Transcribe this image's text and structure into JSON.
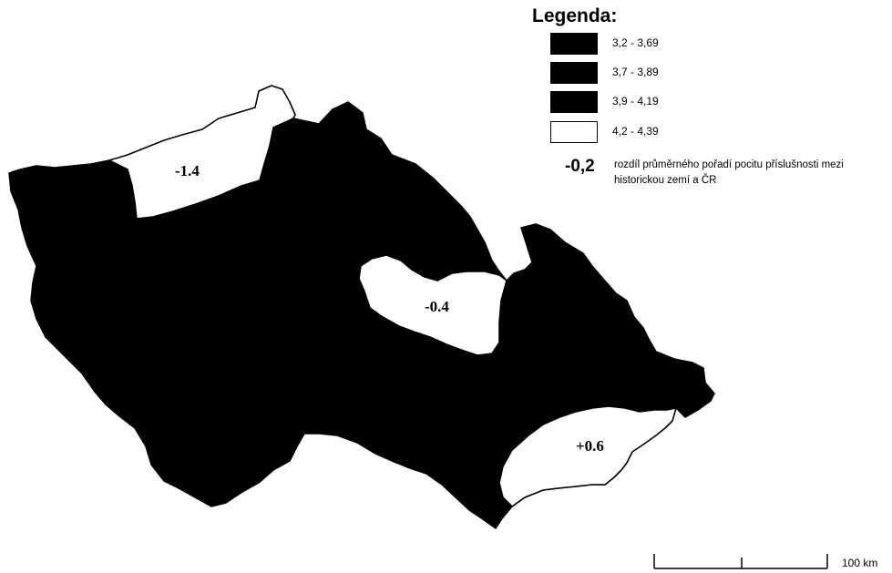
{
  "legend": {
    "title": "Legenda:",
    "classes": [
      {
        "range": "3,2 - 3,69",
        "color": "#000000"
      },
      {
        "range": "3,7 - 3,89",
        "color": "#000000"
      },
      {
        "range": "3,9 - 4,19",
        "color": "#000000"
      },
      {
        "range": "4,2 - 4,39",
        "color": "#ffffff"
      }
    ],
    "difference_example": "-0,2",
    "difference_text": "rozdíl průměrného pořadí pocitu příslušnosti mezi historickou zemí a ČR"
  },
  "regions": [
    {
      "id": "north",
      "label": "-1.4",
      "color": "#ffffff"
    },
    {
      "id": "central",
      "label": "-0.4",
      "color": "#ffffff"
    },
    {
      "id": "southeast",
      "label": "+0.6",
      "color": "#ffffff"
    }
  ],
  "scale": {
    "label": "100  km"
  }
}
